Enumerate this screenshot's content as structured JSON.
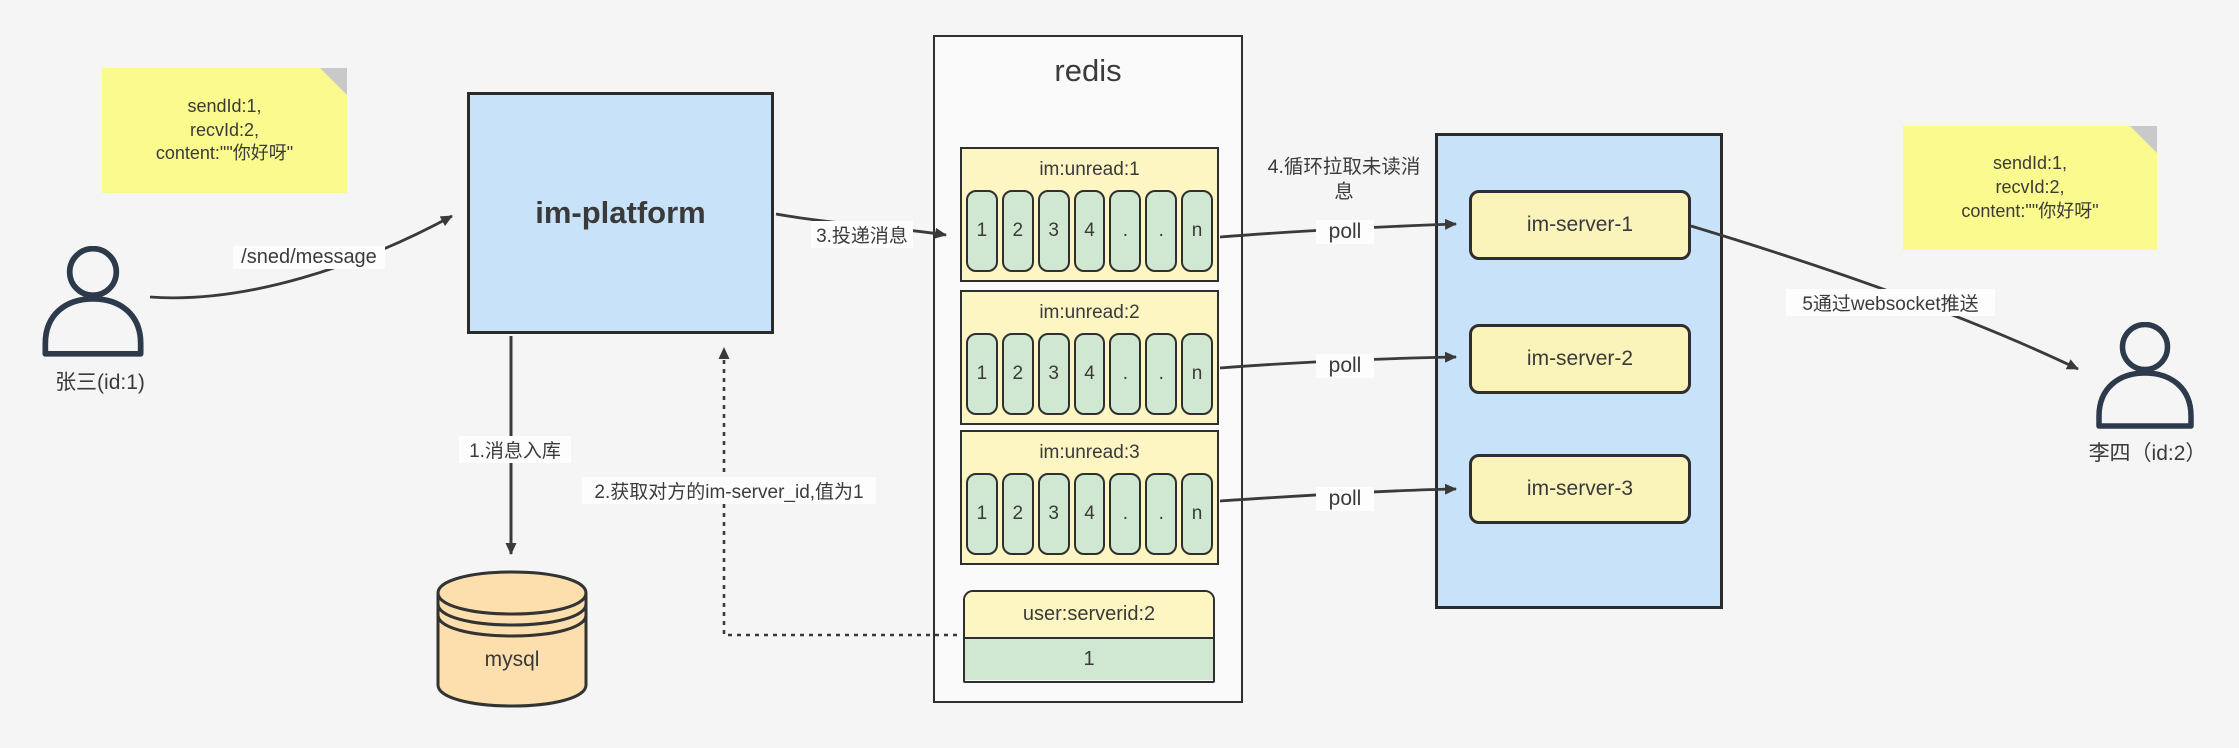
{
  "colors": {
    "canvas_bg": "#f5f5f5",
    "sticky_yellow": "#fafa8f",
    "box_blue": "#c8e3f9",
    "panel_gray": "#fafafa",
    "queue_yellow": "#fdf6c2",
    "cell_green": "#d0e8d1",
    "server_yellow": "#fbf4ba",
    "db_orange": "#fcdfad",
    "line_dark": "#3a3a3a",
    "person_navy": "#2c3a4c"
  },
  "sticky_left": {
    "lines": [
      "sendId:1,",
      "recvId:2,",
      "content:\"\"你好呀\""
    ]
  },
  "sticky_right": {
    "lines": [
      "sendId:1,",
      "recvId:2,",
      "content:\"\"你好呀\""
    ]
  },
  "sender": {
    "label": "张三(id:1)"
  },
  "receiver": {
    "label": "李四（id:2）"
  },
  "platform": {
    "label": "im-platform"
  },
  "database": {
    "label": "mysql"
  },
  "redis": {
    "title": "redis",
    "queues": [
      {
        "header": "im:unread:1",
        "cells": [
          "1",
          "2",
          "3",
          "4",
          ".",
          ".",
          "n"
        ]
      },
      {
        "header": "im:unread:2",
        "cells": [
          "1",
          "2",
          "3",
          "4",
          ".",
          ".",
          "n"
        ]
      },
      {
        "header": "im:unread:3",
        "cells": [
          "1",
          "2",
          "3",
          "4",
          ".",
          ".",
          "n"
        ]
      }
    ],
    "kv": {
      "header": "user:serverid:2",
      "value": "1"
    }
  },
  "cluster": {
    "servers": [
      {
        "label": "im-server-1"
      },
      {
        "label": "im-server-2"
      },
      {
        "label": "im-server-3"
      }
    ]
  },
  "edges": {
    "send": "/sned/message",
    "store": "1.消息入库",
    "lookup": "2.获取对方的im-server_id,值为1",
    "deliver": "3.投递消息",
    "poll_note": "4.循环拉取未读消息",
    "poll_1": "poll",
    "poll_2": "poll",
    "poll_3": "poll",
    "push": "5通过websocket推送"
  }
}
